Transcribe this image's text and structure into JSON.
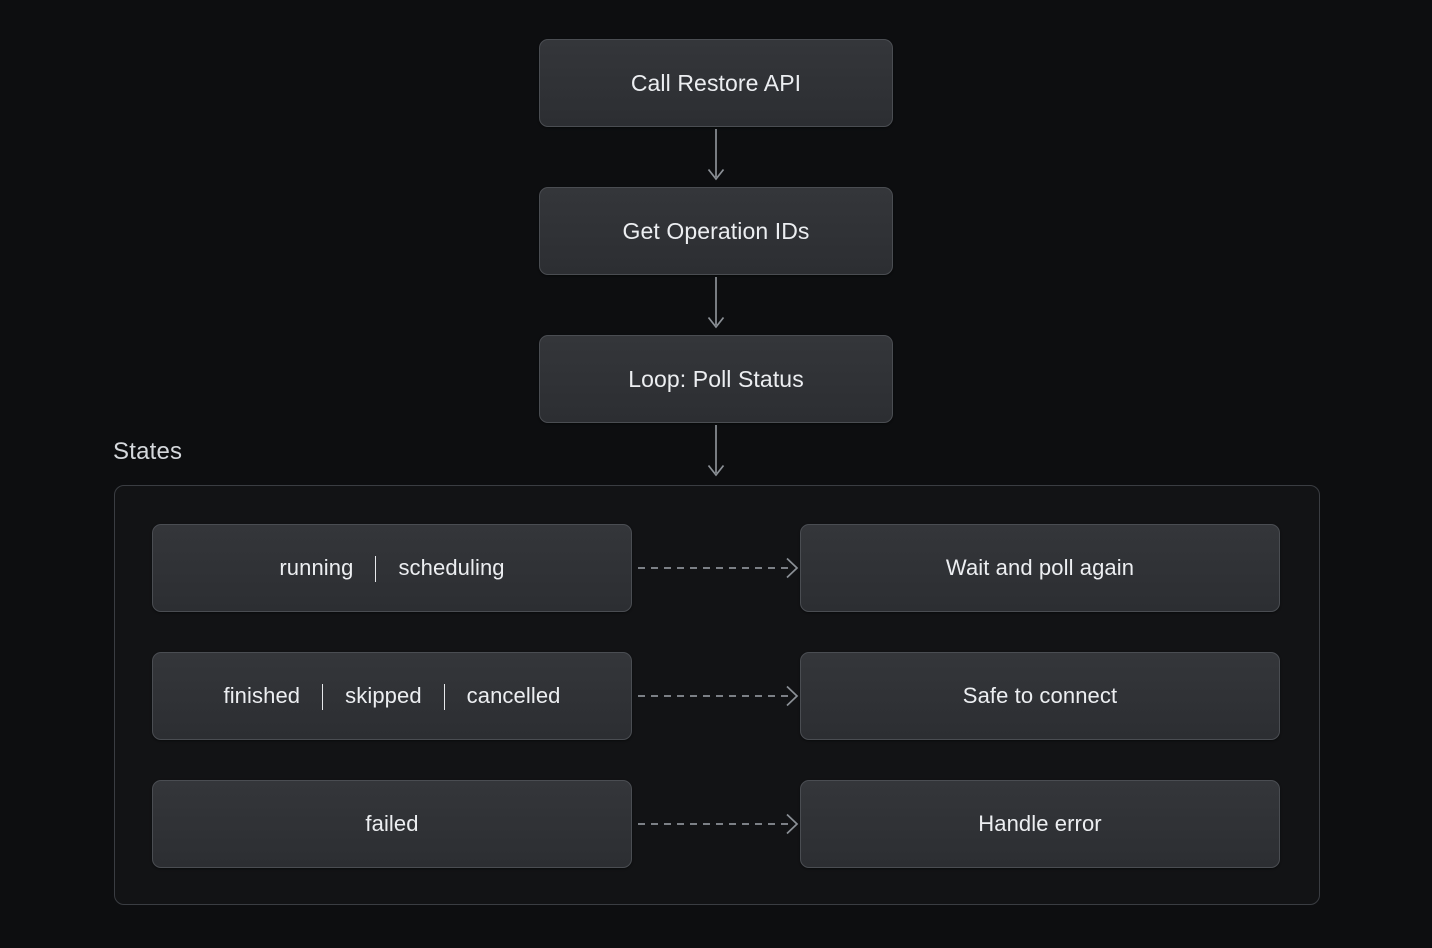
{
  "diagram": {
    "title_label": "States",
    "flow_nodes": [
      {
        "id": "call-restore-api",
        "label": "Call Restore API"
      },
      {
        "id": "get-operation-ids",
        "label": "Get Operation IDs"
      },
      {
        "id": "loop-poll-status",
        "label": "Loop: Poll Status"
      }
    ],
    "state_rows": [
      {
        "state_alternatives": [
          "running",
          "scheduling"
        ],
        "separator": "|",
        "action_label": "Wait and poll again",
        "edge_style": "dashed"
      },
      {
        "state_alternatives": [
          "finished",
          "skipped",
          "cancelled"
        ],
        "separator": "|",
        "action_label": "Safe to connect",
        "edge_style": "dashed"
      },
      {
        "state_alternatives": [
          "failed"
        ],
        "separator": "|",
        "action_label": "Handle error",
        "edge_style": "dashed"
      }
    ],
    "colors": {
      "background": "#0d0e10",
      "node_fill_top": "#34363a",
      "node_fill_bottom": "#2c2e32",
      "node_border": "#4a4d52",
      "group_fill": "#121315",
      "group_border": "#3a3d42",
      "text": "#eceef1",
      "edge": "#8b9096"
    }
  }
}
